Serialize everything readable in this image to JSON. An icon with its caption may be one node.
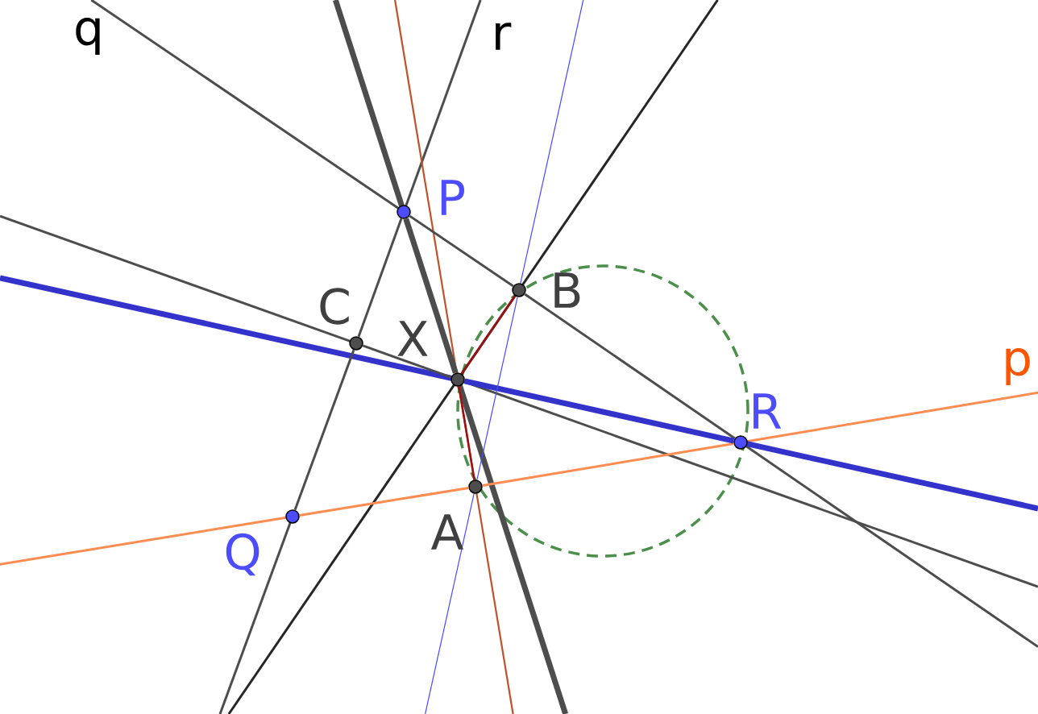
{
  "diagram": {
    "nodes": [
      {
        "text": [
          "P"
        ]
      },
      {
        "text": [
          "Q"
        ]
      },
      {
        "text": [
          "R"
        ]
      },
      {
        "text": [
          "A"
        ]
      },
      {
        "text": [
          "B"
        ]
      },
      {
        "text": [
          "C"
        ]
      },
      {
        "text": [
          "X"
        ]
      }
    ],
    "edges": [
      {
        "from": 1,
        "to": 3,
        "arrow": "none",
        "color": "#ff8c50"
      },
      {
        "from": 3,
        "to": 2,
        "arrow": "none",
        "color": "#ff8c50"
      },
      {
        "from": 0,
        "to": 4,
        "arrow": "none"
      },
      {
        "from": 4,
        "to": 2,
        "arrow": "none"
      },
      {
        "from": 1,
        "to": 5,
        "arrow": "none"
      },
      {
        "from": 5,
        "to": 0,
        "arrow": "none"
      },
      {
        "from": 5,
        "to": 6,
        "arrow": "none"
      },
      {
        "from": 6,
        "to": 2,
        "arrow": "none",
        "style": "thick",
        "color": "#3333cc"
      },
      {
        "from": 0,
        "to": 6,
        "arrow": "none",
        "style": "thick"
      },
      {
        "from": 4,
        "to": 3,
        "arrow": "none",
        "color": "#4a4aff"
      },
      {
        "from": 6,
        "to": 3,
        "arrow": "none",
        "color": "#a01010"
      },
      {
        "from": 6,
        "to": 4,
        "arrow": "none",
        "color": "#a01010"
      }
    ],
    "labels": [
      "q",
      "r",
      "p"
    ]
  }
}
